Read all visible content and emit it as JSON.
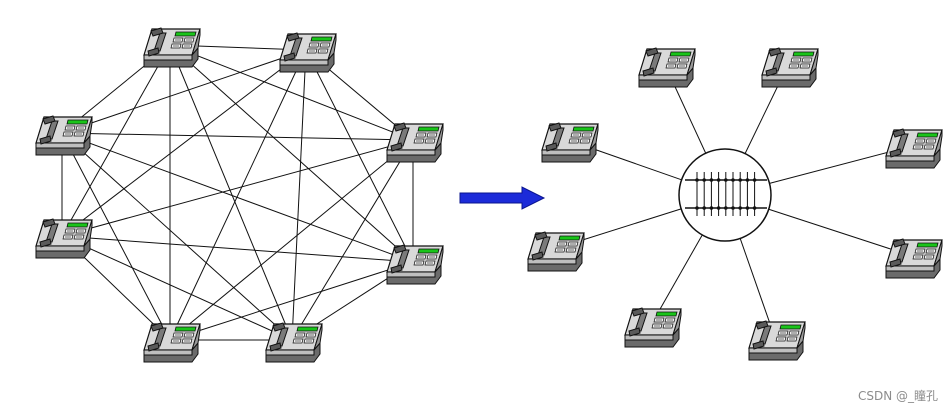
{
  "watermark": "CSDN @_瞳孔",
  "colors": {
    "line": "#111111",
    "arrow_fill": "#1c2bd9",
    "arrow_stroke": "#0a148e",
    "phone_body": "#d9d9d9",
    "phone_dark": "#6b6b6b",
    "phone_screen": "#19c419"
  },
  "left_network": {
    "phone_count": 8,
    "topology": "full-mesh"
  },
  "right_network": {
    "phone_count": 8,
    "topology": "star",
    "hub": "switch"
  }
}
